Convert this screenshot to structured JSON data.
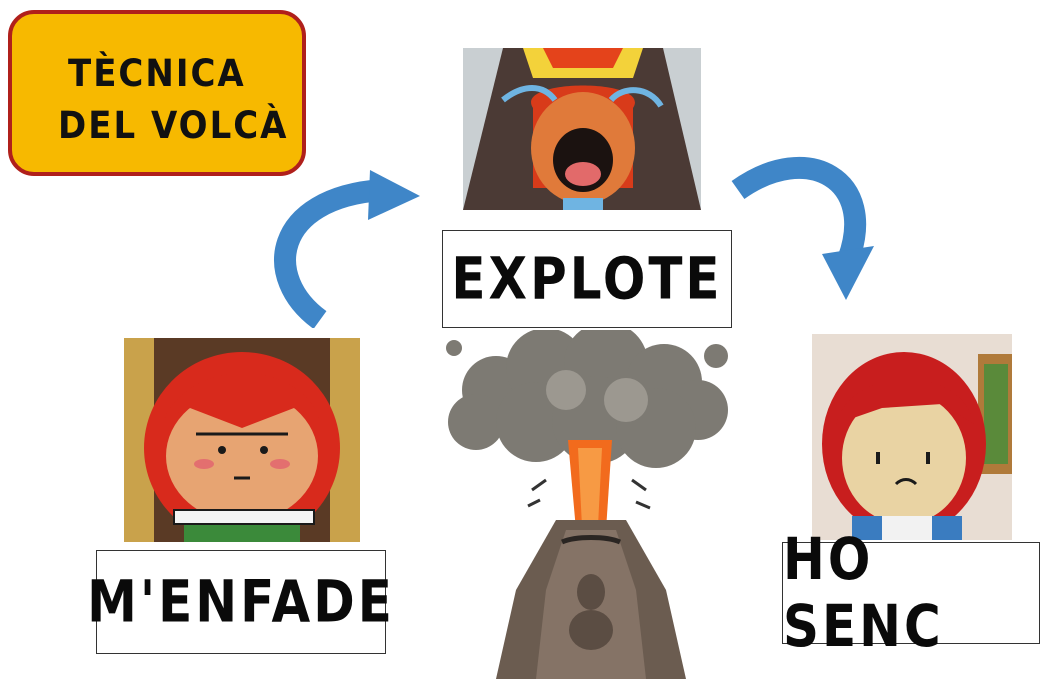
{
  "title": {
    "line1": "TÈCNICA",
    "line2": "DEL VOLCÀ"
  },
  "steps": [
    {
      "label": "M'ENFADE"
    },
    {
      "label": "EXPLOTE"
    },
    {
      "label": "HO SENC"
    }
  ],
  "colors": {
    "title_fill": "#f7b900",
    "title_border": "#b0201b",
    "arrow": "#3f86c8",
    "hair": "#d82a1c",
    "smoke": "#7d7a73",
    "lava": "#f26b1d"
  }
}
